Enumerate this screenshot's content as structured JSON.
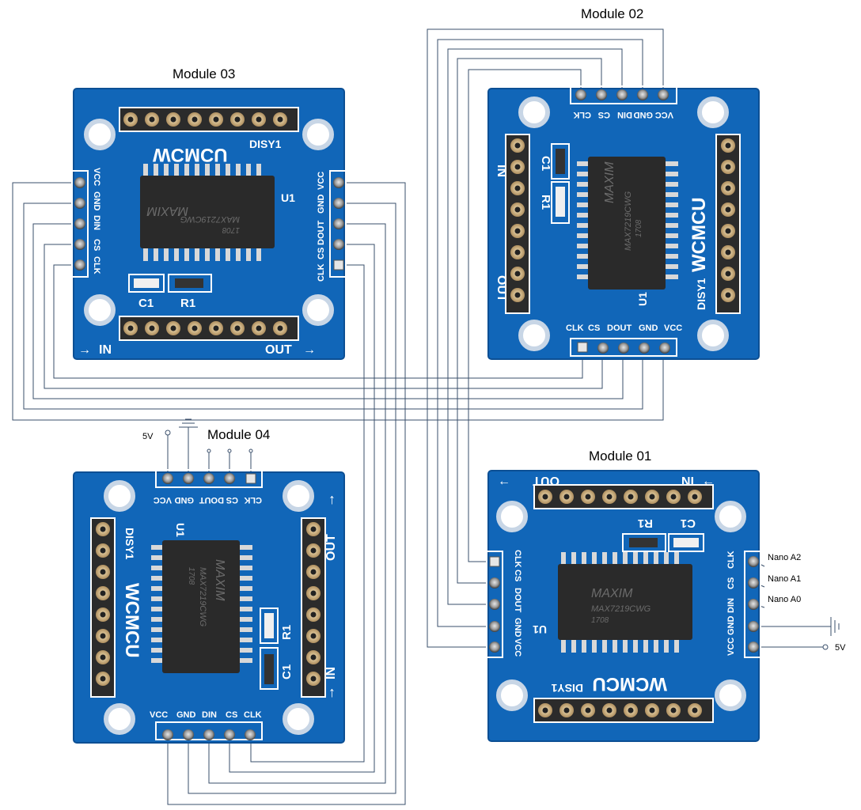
{
  "modules": {
    "m01": {
      "title": "Module 01",
      "brand": "WCMCU",
      "board_id": "DISY1",
      "chip_logo": "MAXIM",
      "chip_part": "MAX7219CWG",
      "chip_date": "1708",
      "ic_ref": "U1",
      "res_ref": "R1",
      "cap_ref": "C1",
      "in_label": "IN",
      "out_label": "OUT",
      "pin_labels": [
        "CLK",
        "CS",
        "DOUT",
        "GND",
        "VCC"
      ],
      "right_pin_labels": [
        "CLK",
        "CS",
        "DIN",
        "GND",
        "VCC"
      ]
    },
    "m02": {
      "title": "Module 02",
      "brand": "WCMCU",
      "board_id": "DISY1",
      "chip_logo": "MAXIM",
      "chip_part": "MAX7219CWG",
      "chip_date": "1708",
      "ic_ref": "U1",
      "res_ref": "R1",
      "cap_ref": "C1",
      "in_label": "IN",
      "out_label": "OUT",
      "top_pin_labels": [
        "VCC",
        "GND",
        "DIN",
        "CS",
        "CLK"
      ],
      "bottom_pin_labels": [
        "CLK",
        "CS",
        "DOUT",
        "GND",
        "VCC"
      ]
    },
    "m03": {
      "title": "Module 03",
      "brand": "WCMCU",
      "board_id": "DISY1",
      "chip_logo": "MAXIM",
      "chip_part": "MAX7219CWG",
      "chip_date": "1708",
      "ic_ref": "U1",
      "res_ref": "R1",
      "cap_ref": "C1",
      "in_label": "IN",
      "out_label": "OUT",
      "left_pin_labels": [
        "VCC",
        "GND",
        "DIN",
        "CS",
        "CLK"
      ],
      "right_pin_labels": [
        "VCC",
        "GND",
        "DOUT",
        "CS",
        "CLK"
      ]
    },
    "m04": {
      "title": "Module 04",
      "brand": "WCMCU",
      "board_id": "DISY1",
      "chip_logo": "MAXIM",
      "chip_part": "MAX7219CWG",
      "chip_date": "1708",
      "ic_ref": "U1",
      "res_ref": "R1",
      "cap_ref": "C1",
      "in_label": "IN",
      "out_label": "OUT",
      "top_pin_labels": [
        "VCC",
        "GND",
        "DOUT",
        "CS",
        "CLK"
      ],
      "bottom_pin_labels": [
        "VCC",
        "GND",
        "DIN",
        "CS",
        "CLK"
      ]
    }
  },
  "connections": {
    "nano_a2": "Nano A2",
    "nano_a1": "Nano A1",
    "nano_a0": "Nano A0",
    "vcc_right": "5V",
    "vcc_left": "5V"
  },
  "colors": {
    "pcb": "#1166b8",
    "pcb_dark": "#0c4f94",
    "wire": "#3a4f6b",
    "pin": "#b8b8b8",
    "chip": "#2a2a2a"
  }
}
